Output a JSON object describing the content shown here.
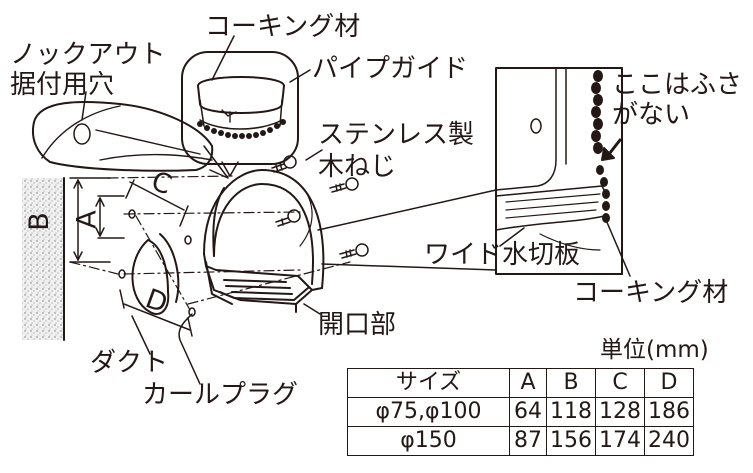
{
  "labels": {
    "caulking_top": "コーキング材",
    "knockout_line1": "ノックアウト",
    "knockout_line2": "据付用穴",
    "pipe_guide": "パイプガイド",
    "stainless_line1": "ステンレス製",
    "stainless_line2": "木ねじ",
    "no_cover_line1": "ここはふさ",
    "no_cover_line2": "がない",
    "wide_drain": "ワイド水切板",
    "caulking_right": "コーキング材",
    "opening": "開口部",
    "duct": "ダクト",
    "plug": "カールプラグ"
  },
  "dimensions": {
    "a": "A",
    "b": "B",
    "c": "C",
    "d": "D"
  },
  "unit": "単位(mm)",
  "table": {
    "headers": [
      "サイズ",
      "A",
      "B",
      "C",
      "D"
    ],
    "rows": [
      [
        "φ75,φ100",
        "64",
        "118",
        "128",
        "186"
      ],
      [
        "φ150",
        "87",
        "156",
        "174",
        "240"
      ]
    ]
  },
  "colors": {
    "ink": "#231815",
    "background": "#ffffff",
    "wall_fill": "#d8d8d8"
  }
}
